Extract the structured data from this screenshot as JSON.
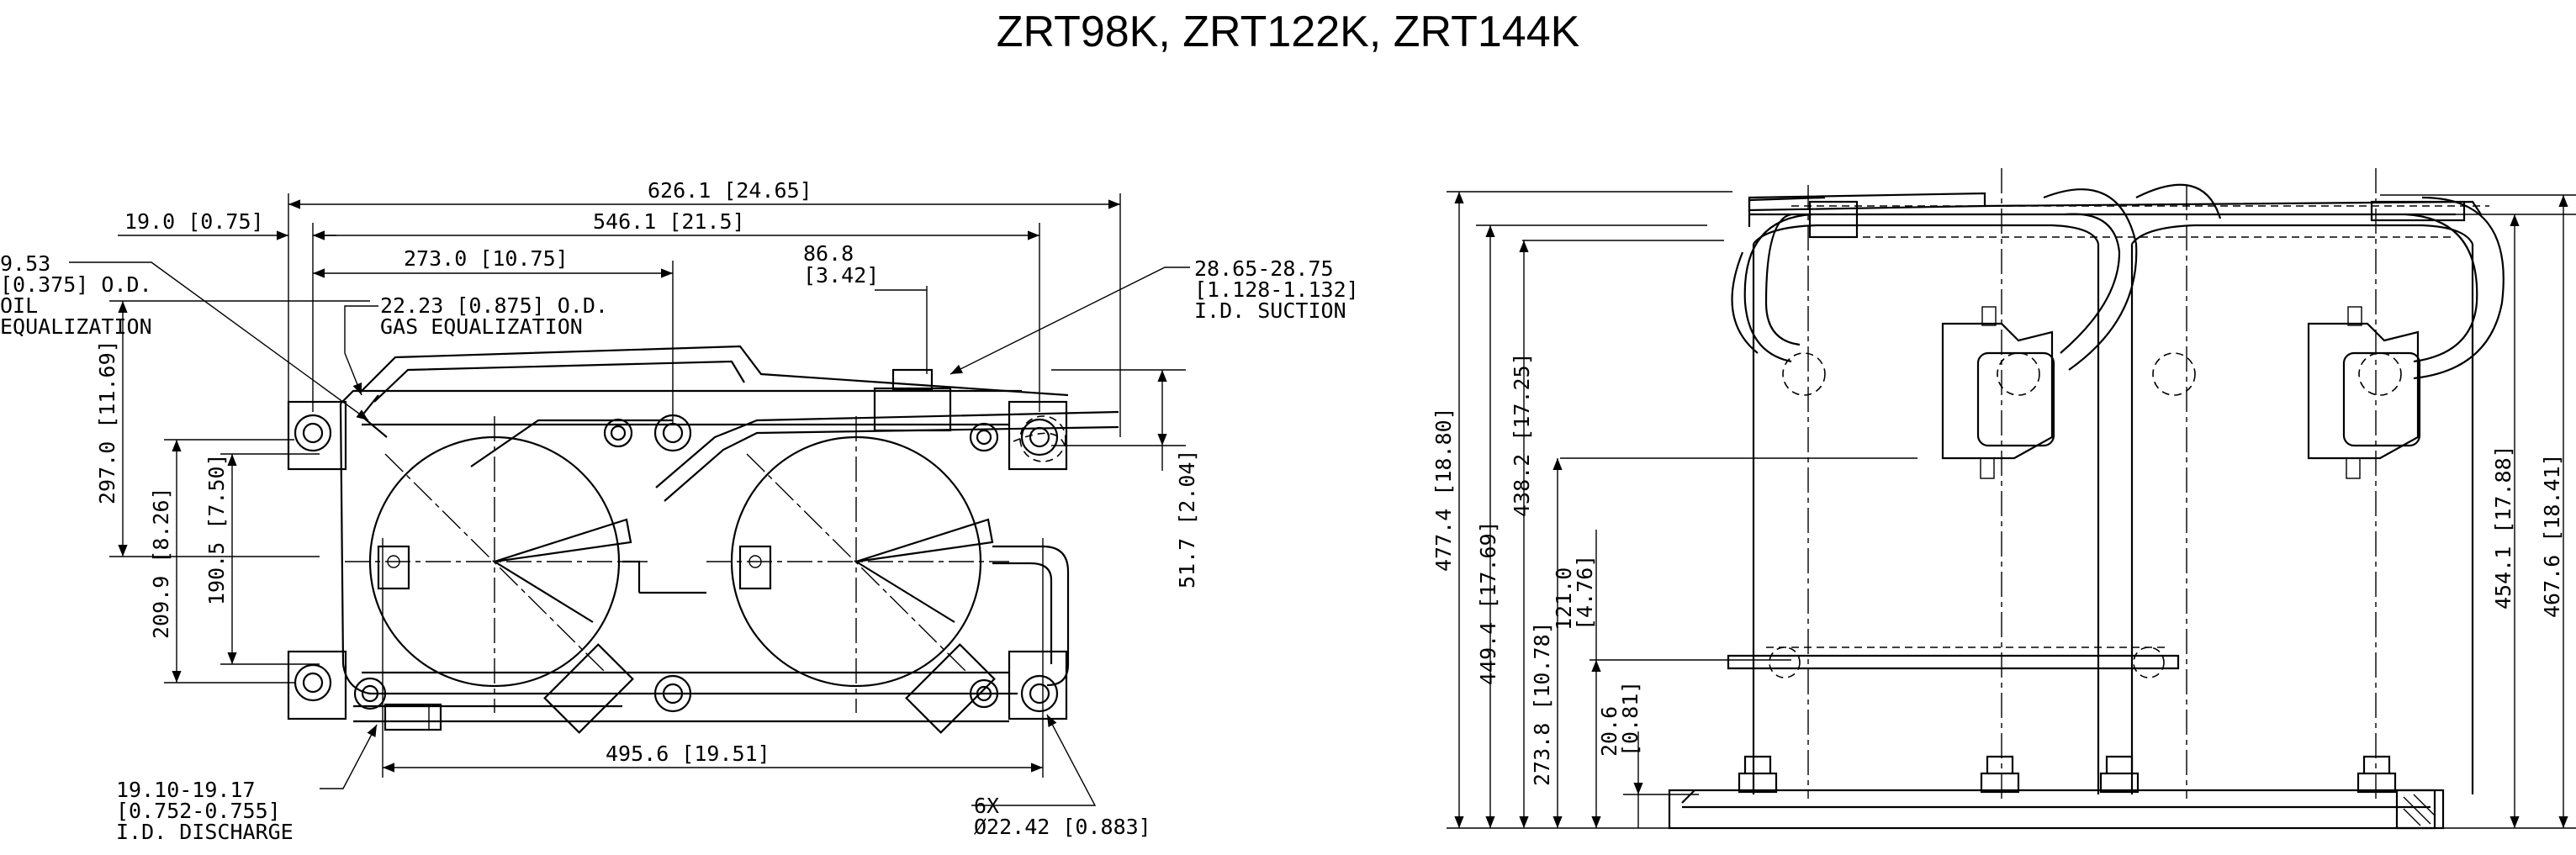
{
  "title": "ZRT98K, ZRT122K, ZRT144K",
  "plan_view": {
    "overall_width": "626.1 [24.65]",
    "rail_width": "546.1 [21.5]",
    "left_offset": "19.0 [0.75]",
    "half_span": "273.0 [10.75]",
    "suction_offset_a": "86.8",
    "suction_offset_b": "[3.42]",
    "oil_eq_a": "9.53",
    "oil_eq_b": "[0.375] O.D.",
    "oil_eq_c": "OIL",
    "oil_eq_d": "EQUALIZATION",
    "gas_eq_a": "22.23 [0.875] O.D.",
    "gas_eq_b": "GAS EQUALIZATION",
    "suction_a": "28.65-28.75",
    "suction_b": "[1.128-1.132]",
    "suction_c": "I.D. SUCTION",
    "depth_overall": "297.0 [11.69]",
    "depth_mount": "209.9 [8.26]",
    "depth_inner": "190.5 [7.50]",
    "suction_height": "51.7 [2.04]",
    "bottom_width": "495.6 [19.51]",
    "discharge_a": "19.10-19.17",
    "discharge_b": "[0.752-0.755]",
    "discharge_c": "I.D. DISCHARGE",
    "holes_a": "6X",
    "holes_b": "Ø22.42 [0.883]"
  },
  "elevation_view": {
    "h_total": "477.4 [18.80]",
    "h_b": "449.4 [17.69]",
    "h_c": "438.2 [17.25]",
    "h_d": "273.8 [10.78]",
    "h_e_a": "121.0",
    "h_e_b": "[4.76]",
    "h_f_a": "20.6",
    "h_f_b": "[0.81]",
    "h_r1": "454.1 [17.88]",
    "h_r2": "467.6 [18.41]"
  }
}
